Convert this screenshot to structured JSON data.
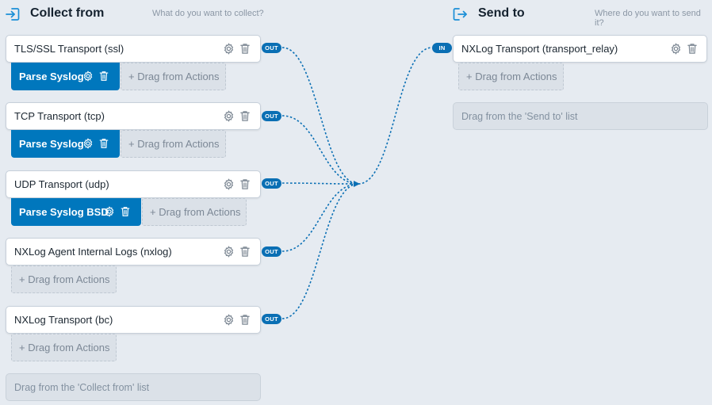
{
  "collect": {
    "title": "Collect from",
    "hint": "What do you want to collect?",
    "sources": [
      {
        "label": "TLS/SSL Transport (ssl)",
        "port": "OUT",
        "action": "Parse Syslog",
        "drop": "+ Drag from Actions"
      },
      {
        "label": "TCP Transport (tcp)",
        "port": "OUT",
        "action": "Parse Syslog",
        "drop": "+ Drag from Actions"
      },
      {
        "label": "UDP Transport (udp)",
        "port": "OUT",
        "action": "Parse Syslog BSD",
        "drop": "+ Drag from Actions"
      },
      {
        "label": "NXLog Agent Internal Logs (nxlog)",
        "port": "OUT",
        "drop": "+ Drag from Actions"
      },
      {
        "label": "NXLog Transport (bc)",
        "port": "OUT",
        "drop": "+ Drag from Actions"
      }
    ],
    "bottom_drop": "Drag from the 'Collect from' list"
  },
  "send": {
    "title": "Send to",
    "hint": "Where do you want to send it?",
    "destination": {
      "label": "NXLog Transport (transport_relay)",
      "port": "IN",
      "drop": "+ Drag from Actions"
    },
    "bottom_drop": "Drag from the 'Send to' list"
  },
  "icons": {
    "collect_header": "login-arrow-icon",
    "send_header": "logout-arrow-icon",
    "settings": "gear-icon",
    "delete": "trash-icon"
  },
  "colors": {
    "accent": "#0077bd",
    "port": "#0a6fb4",
    "background": "#e6ebf1",
    "connection": "#0a6fb4"
  }
}
